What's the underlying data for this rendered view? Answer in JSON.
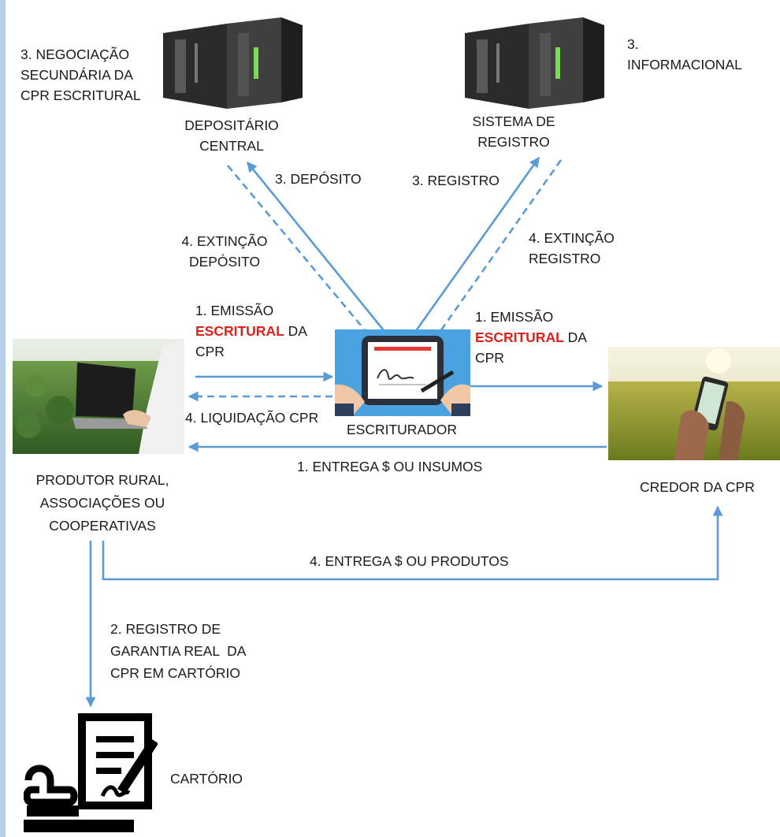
{
  "nodes": {
    "depositario": "DEPOSITÁRIO\nCENTRAL",
    "sistema": "SISTEMA DE\nREGISTRO",
    "escriturador": "ESCRITURADOR",
    "produtor": "PRODUTOR RURAL,\nASSOCIAÇÕES OU\nCOOPERATIVAS",
    "credor": "CREDOR DA CPR",
    "cartorio": "CARTÓRIO"
  },
  "labels": {
    "negociacao": "3. NEGOCIAÇÃO\nSECUNDÁRIA DA\nCPR ESCRITURAL",
    "informacional": "3.\nINFORMACIONAL",
    "deposito": "3. DEPÓSITO",
    "registro": "3. REGISTRO",
    "extincao_deposito": "4. EXTINÇÃO\nDEPÓSITO",
    "extincao_registro": "4. EXTINÇÃO\nREGISTRO",
    "emissao_left_pre": "1. EMISSÃO",
    "emissao_left_red": "ESCRITURAL",
    "emissao_left_post": " DA",
    "emissao_left_cpr": "CPR",
    "emissao_right_pre": "1. EMISSÃO",
    "emissao_right_red": "ESCRITURAL",
    "emissao_right_post": " DA",
    "emissao_right_cpr": "CPR",
    "liquidacao": "4. LIQUIDAÇÃO CPR",
    "entrega_insumos": "1. ENTREGA $ OU INSUMOS",
    "entrega_produtos": "4. ENTREGA $ OU PRODUTOS",
    "registro_garantia": "2. REGISTRO DE\nGARANTIA REAL  DA\nCPR EM CARTÓRIO"
  },
  "colors": {
    "arrow": "#5b9bd5",
    "accent_red": "#e0201b",
    "side_bar": "#b8cfe8"
  },
  "icons": [
    "server-icon",
    "server-icon",
    "tablet-signature-icon",
    "laptop-field-photo",
    "phone-field-photo",
    "document-stamp-icon"
  ]
}
